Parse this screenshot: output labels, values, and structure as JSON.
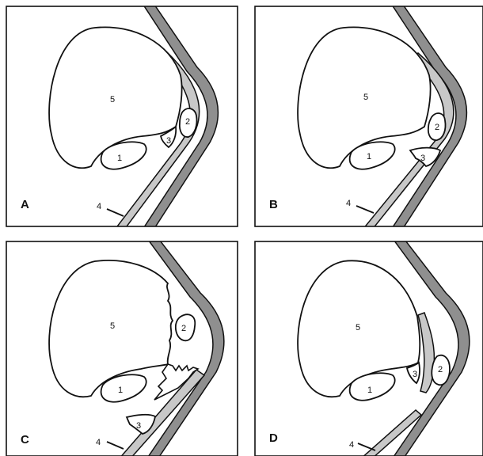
{
  "panels": [
    {
      "id": "A",
      "label": "A",
      "structures": {
        "s1": "1",
        "s2": "2",
        "s3": "3",
        "s4": "4",
        "s5": "5"
      }
    },
    {
      "id": "B",
      "label": "B",
      "structures": {
        "s1": "1",
        "s2": "2",
        "s3": "3",
        "s4": "4",
        "s5": "5"
      }
    },
    {
      "id": "C",
      "label": "C",
      "structures": {
        "s1": "1",
        "s2": "2",
        "s3": "3",
        "s4": "4",
        "s5": "5"
      }
    },
    {
      "id": "D",
      "label": "D",
      "structures": {
        "s1": "1",
        "s2": "2",
        "s3": "3",
        "s4": "4",
        "s5": "5"
      }
    }
  ],
  "colors": {
    "line": "#111111",
    "band_fill": "#8f8f8f",
    "tube_fill": "#c8c8c8",
    "background": "#ffffff"
  }
}
